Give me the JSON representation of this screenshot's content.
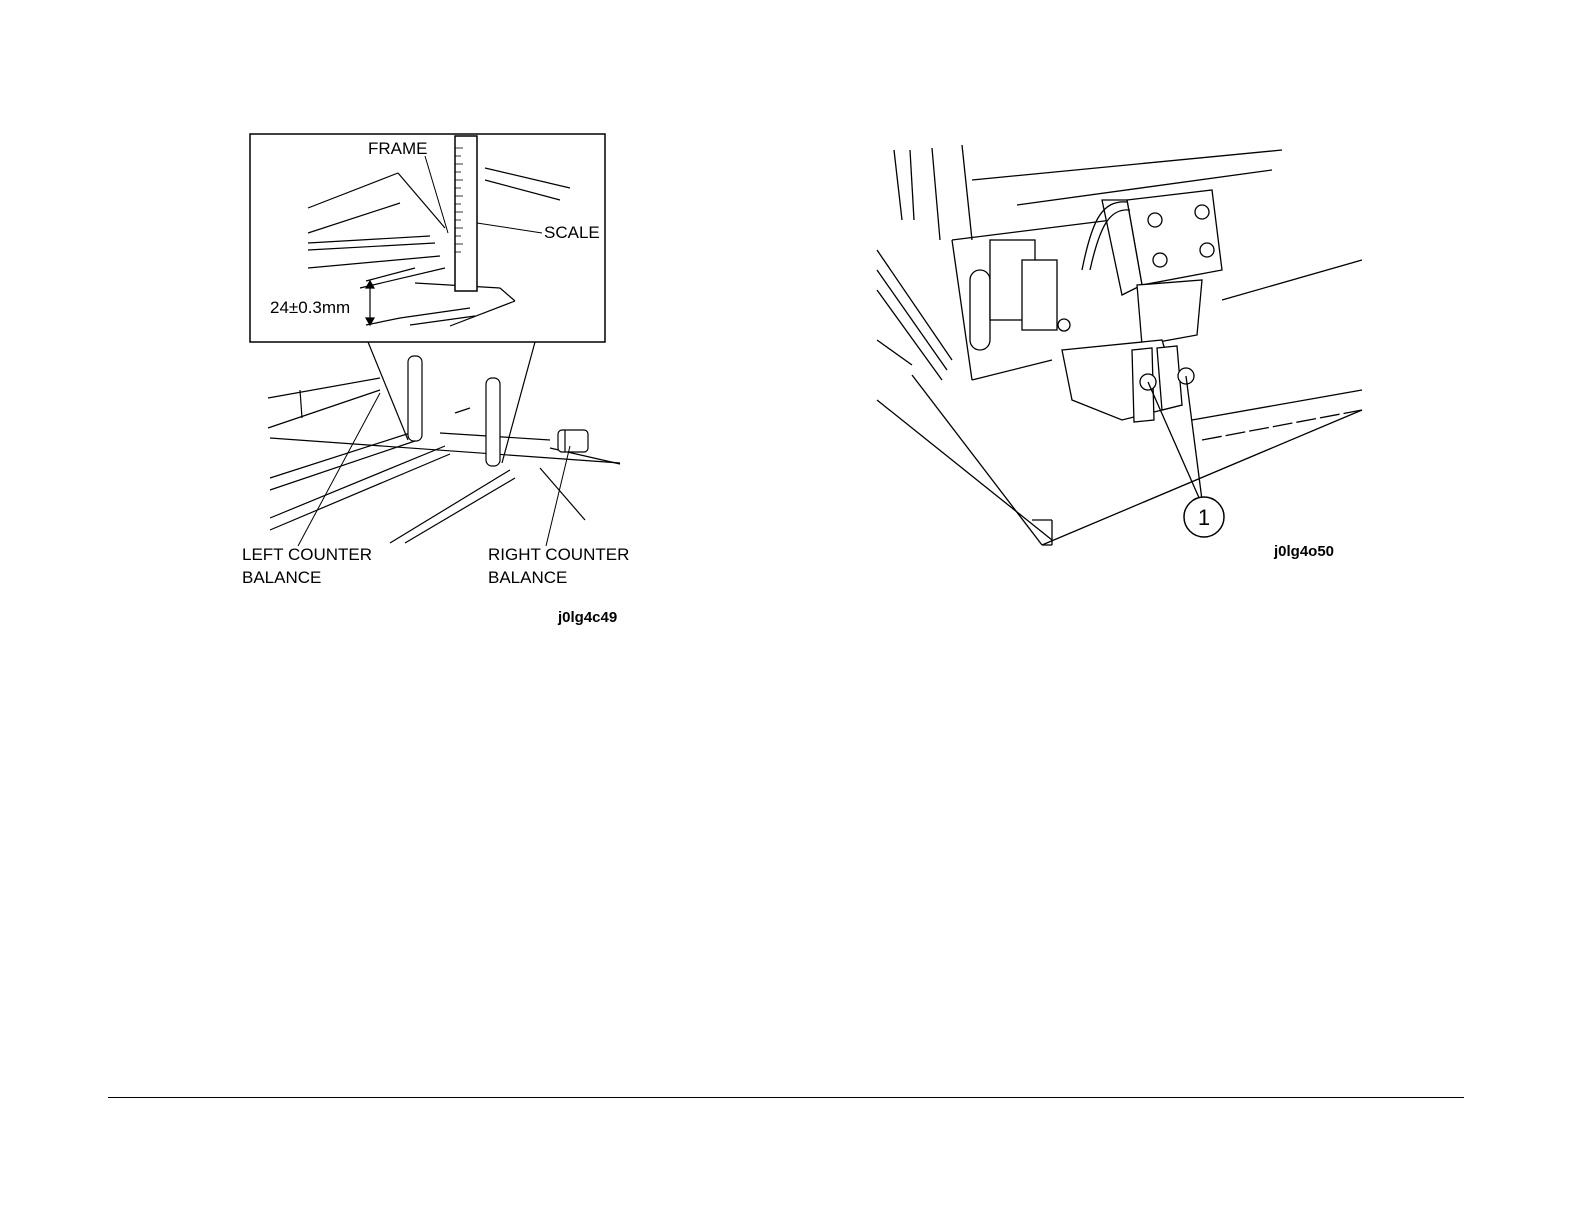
{
  "figure_left": {
    "labels": {
      "frame": "FRAME",
      "scale": "SCALE",
      "dimension": "24±0.3mm",
      "left_counter_balance_line1": "LEFT COUNTER",
      "left_counter_balance_line2": "BALANCE",
      "right_counter_balance_line1": "RIGHT COUNTER",
      "right_counter_balance_line2": "BALANCE"
    },
    "code": "j0lg4c49"
  },
  "figure_right": {
    "callout": "1",
    "code": "j0lg4o50"
  }
}
